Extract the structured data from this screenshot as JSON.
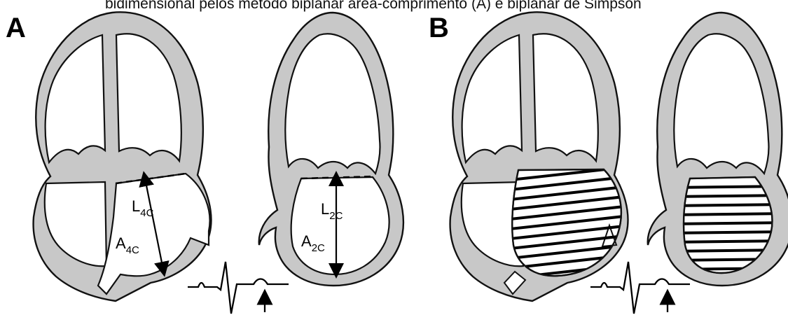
{
  "caption": "bidimensional pelos método biplanar área-comprimento (A) e biplanar de Simpson",
  "panels": {
    "a": {
      "label": "A"
    },
    "b": {
      "label": "B"
    }
  },
  "annotations": {
    "l4c": {
      "main": "L",
      "sub": "4C"
    },
    "a4c": {
      "main": "A",
      "sub": "4C"
    },
    "l2c": {
      "main": "L",
      "sub": "2C"
    },
    "a2c": {
      "main": "A",
      "sub": "2C"
    }
  }
}
